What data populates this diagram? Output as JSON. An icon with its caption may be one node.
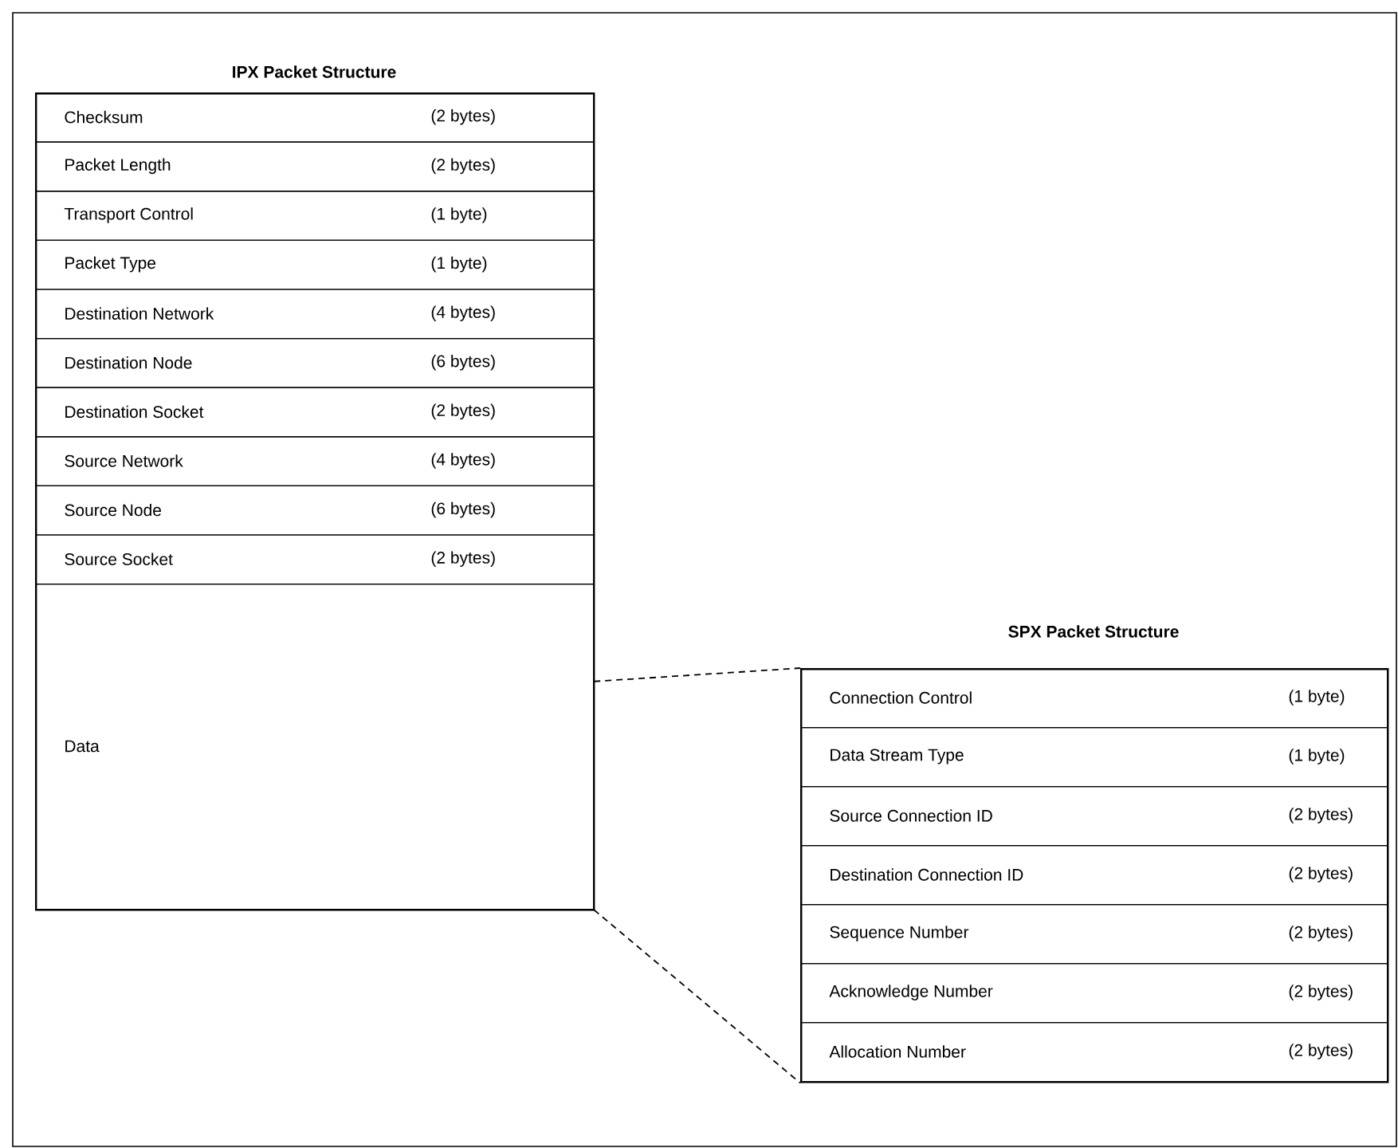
{
  "diagram": {
    "nodes": [
      {
        "text": [
          "IPX Packet Structure"
        ]
      },
      {
        "text": [
          "Checksum",
          "(2 bytes)"
        ],
        "in": 0
      },
      {
        "text": [
          "Packet Length",
          "(2 bytes)"
        ],
        "in": 0
      },
      {
        "text": [
          "Transport Control",
          "(1 byte)"
        ],
        "in": 0
      },
      {
        "text": [
          "Packet Type",
          "(1 byte)"
        ],
        "in": 0
      },
      {
        "text": [
          "Destination Network",
          "(4 bytes)"
        ],
        "in": 0
      },
      {
        "text": [
          "Destination Node",
          "(6 bytes)"
        ],
        "in": 0
      },
      {
        "text": [
          "Destination Socket",
          "(2 bytes)"
        ],
        "in": 0
      },
      {
        "text": [
          "Source Network",
          "(4 bytes)"
        ],
        "in": 0
      },
      {
        "text": [
          "Source Node",
          "(6 bytes)"
        ],
        "in": 0
      },
      {
        "text": [
          "Source Socket",
          "(2 bytes)"
        ],
        "in": 0
      },
      {
        "text": [
          "Data"
        ],
        "in": 0
      },
      {
        "text": [
          "SPX Packet Structure"
        ]
      },
      {
        "text": [
          "Connection Control",
          "(1 byte)"
        ],
        "in": 12
      },
      {
        "text": [
          "Data Stream Type",
          "(1 byte)"
        ],
        "in": 12
      },
      {
        "text": [
          "Source Connection ID",
          "(2 bytes)"
        ],
        "in": 12
      },
      {
        "text": [
          "Destination Connection ID",
          "(2 bytes)"
        ],
        "in": 12
      },
      {
        "text": [
          "Sequence Number",
          "(2 bytes)"
        ],
        "in": 12
      },
      {
        "text": [
          "Acknowledge Number",
          "(2 bytes)"
        ],
        "in": 12
      },
      {
        "text": [
          "Allocation Number",
          "(2 bytes)"
        ],
        "in": 12
      }
    ],
    "edges": [
      {
        "from": 11,
        "to": 12,
        "arrow": "none",
        "style": "dashed"
      },
      {
        "from": 11,
        "to": 12,
        "arrow": "none",
        "style": "dashed"
      }
    ]
  }
}
